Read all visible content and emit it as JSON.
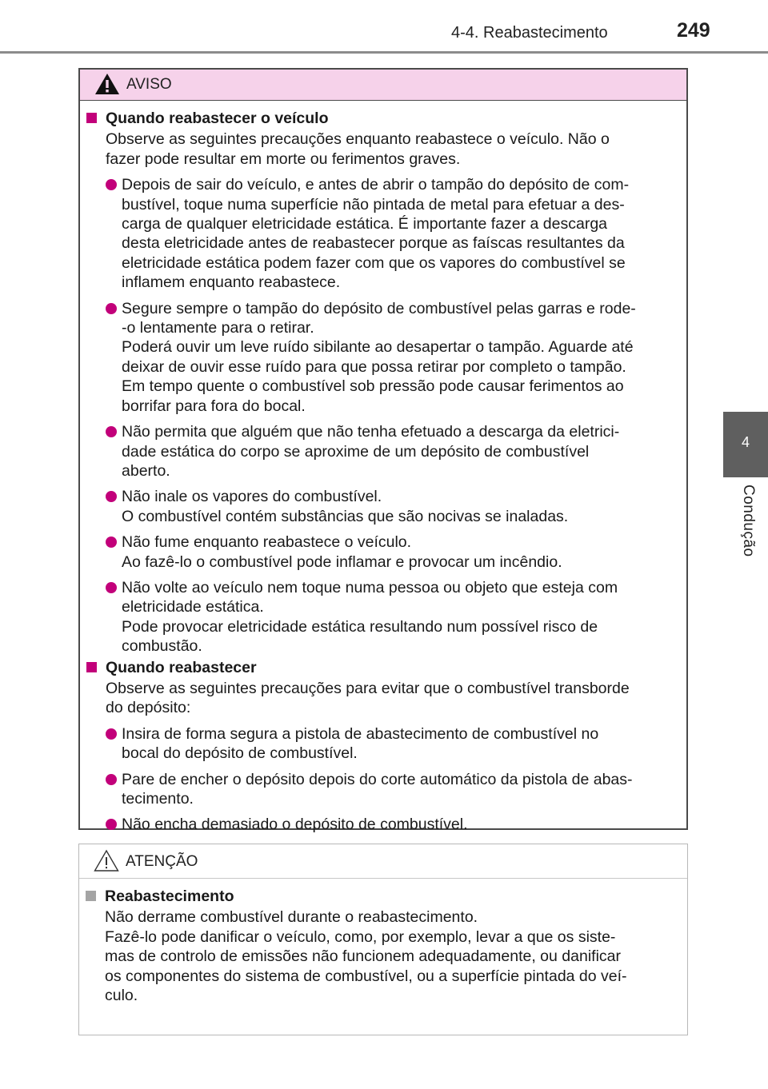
{
  "header": {
    "section_title": "4-4. Reabastecimento",
    "page_number": "249"
  },
  "side_tab": {
    "number": "4",
    "label": "Condução"
  },
  "warning": {
    "title": "AVISO",
    "sections": [
      {
        "heading": "Quando reabastecer o veículo",
        "intro": [
          "Observe as seguintes precauções enquanto reabastece o veículo. Não o",
          "fazer pode resultar em morte ou ferimentos graves."
        ],
        "bullets": [
          [
            "Depois de sair do veículo, e antes de abrir o tampão do depósito de com-",
            "bustível, toque numa superfície não pintada de metal para efetuar a des-",
            "carga de qualquer eletricidade estática. É importante fazer a descarga",
            "desta eletricidade antes de reabastecer porque as faíscas resultantes da",
            "eletricidade estática podem fazer com que os vapores do combustível se",
            "inflamem enquanto reabastece."
          ],
          [
            "Segure sempre o tampão do depósito de combustível pelas garras e rode-",
            "-o lentamente para o retirar.",
            "Poderá ouvir um leve ruído sibilante ao desapertar o tampão. Aguarde até",
            "deixar de ouvir esse ruído para que possa retirar por completo o tampão.",
            "Em tempo quente o combustível sob pressão pode causar ferimentos ao",
            "borrifar para fora do bocal."
          ],
          [
            "Não permita que alguém que não tenha efetuado a descarga da eletrici-",
            "dade estática do corpo se aproxime de um depósito de combustível",
            "aberto."
          ],
          [
            "Não inale os vapores do combustível.",
            "O combustível contém substâncias que são nocivas se inaladas."
          ],
          [
            "Não fume enquanto reabastece o veículo.",
            "Ao fazê-lo o combustível pode inflamar e provocar um incêndio."
          ],
          [
            "Não volte ao veículo nem toque numa pessoa ou objeto que esteja com",
            "eletricidade estática.",
            "Pode provocar eletricidade estática resultando num possível risco de",
            "combustão."
          ]
        ]
      },
      {
        "heading": "Quando reabastecer",
        "intro": [
          "Observe as seguintes precauções para evitar que o combustível transborde",
          "do depósito:"
        ],
        "bullets": [
          [
            "Insira de forma segura a pistola de abastecimento de combustível no",
            "bocal do depósito de combustível."
          ],
          [
            "Pare de encher o depósito depois do corte automático da pistola de abas-",
            "tecimento."
          ],
          [
            "Não encha demasiado o depósito de combustível."
          ]
        ]
      }
    ]
  },
  "caution": {
    "title": "ATENÇÃO",
    "sections": [
      {
        "heading": "Reabastecimento",
        "intro": [
          "Não derrame combustível durante o reabastecimento.",
          "Fazê-lo pode danificar o veículo, como, por exemplo, levar a que os siste-",
          "mas de controlo de emissões não funcionem adequadamente, ou danificar",
          "os componentes do sistema de combustível, ou a superfície pintada do veí-",
          "culo."
        ],
        "bullets": []
      }
    ]
  },
  "colors": {
    "warning_accent": "#c2007a",
    "warning_bar": "#f6d2ea",
    "caution_accent": "#a4a4a4",
    "side_tab": "#5f5f5f"
  }
}
